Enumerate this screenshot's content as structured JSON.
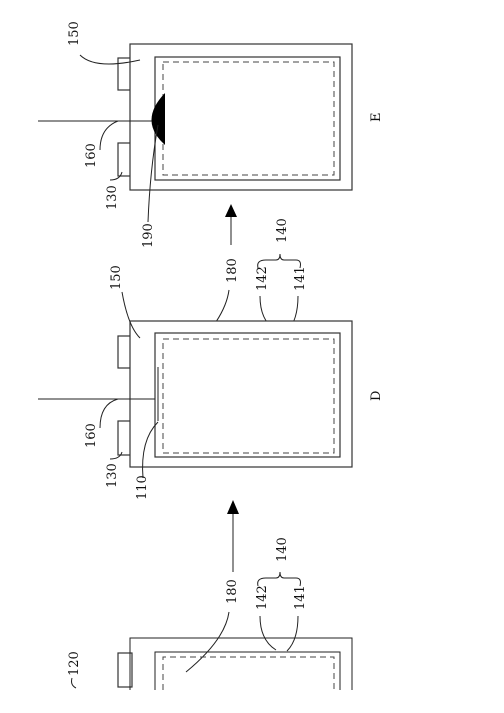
{
  "labels": {
    "ref_120": "120",
    "ref_150_e": "150",
    "ref_160_e": "160",
    "ref_130_e": "130",
    "ref_190": "190",
    "ref_140_e": "140",
    "ref_180_e": "180",
    "ref_142_e": "142",
    "ref_141_e": "141",
    "ref_150_d": "150",
    "ref_160_d": "160",
    "ref_130_d": "130",
    "ref_110": "110",
    "ref_140_c": "140",
    "ref_180_c": "180",
    "ref_142_c": "142",
    "ref_141_c": "141",
    "stage_e": "E",
    "stage_d": "D"
  }
}
